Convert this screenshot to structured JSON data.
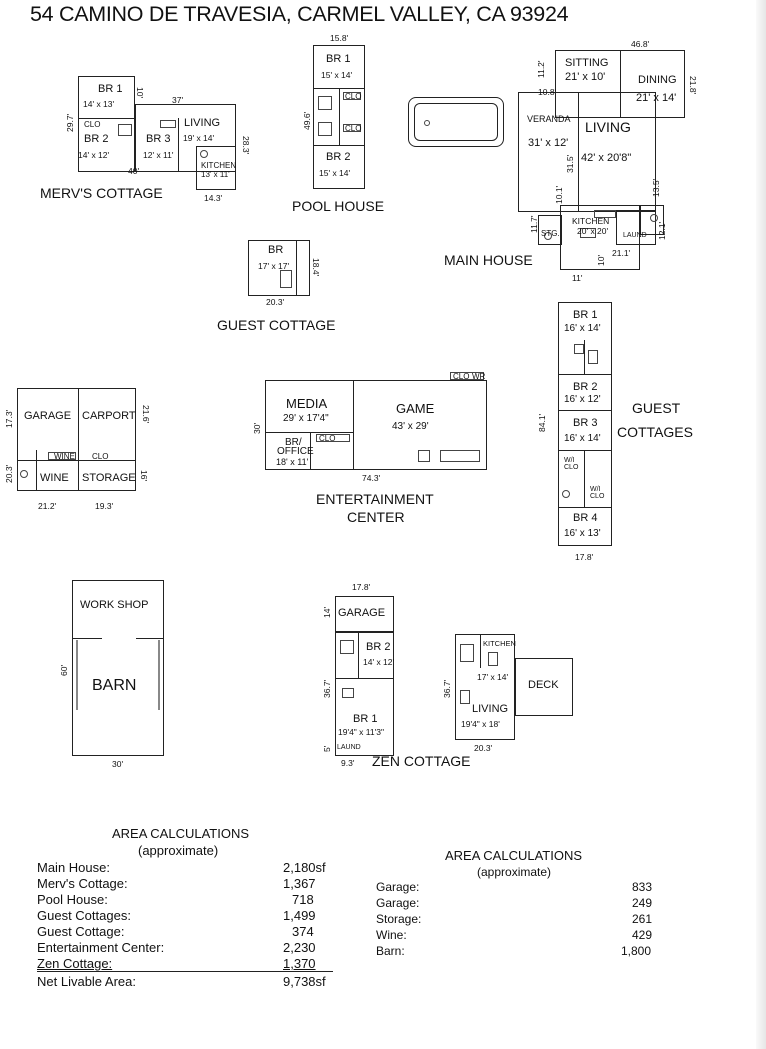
{
  "title": "54 CAMINO DE TRAVESIA, CARMEL VALLEY, CA 93924",
  "mervs_cottage": {
    "name": "MERV'S COTTAGE",
    "br1": "BR 1",
    "br1_size": "14' x 13'",
    "br2": "BR 2",
    "br2_size": "14' x 12'",
    "br3": "BR 3",
    "br3_size": "12' x 11'",
    "living": "LIVING",
    "living_size": "19' x 14'",
    "kitchen": "KITCHEN",
    "kitchen_size": "13' x 11'",
    "clo": "CLO",
    "dims": {
      "a": "37'",
      "b": "29.7'",
      "c": "28.3'",
      "d": "40'",
      "e": "14.3'",
      "f": "10'"
    }
  },
  "pool_house": {
    "name": "POOL HOUSE",
    "br1": "BR 1",
    "br1_size": "15' x 14'",
    "br2": "BR 2",
    "br2_size": "15' x 14'",
    "clo": "CLO",
    "dims": {
      "top": "15.8'",
      "side": "49.6'"
    }
  },
  "main_house": {
    "name": "MAIN HOUSE",
    "sitting": "SITTING",
    "sitting_size": "21' x 10'",
    "dining": "DINING",
    "dining_size": "21' x 14'",
    "veranda": "VERANDA",
    "veranda_size": "31' x 12'",
    "living": "LIVING",
    "living_size": "42' x 20'8\"",
    "kitchen": "KITCHEN",
    "kitchen_size": "20' x 20'",
    "stg": "STG.",
    "laund": "LAUND",
    "dims": {
      "top": "46.8'",
      "a": "11.2'",
      "b": "10.8'",
      "c": "21.8'",
      "d": "31.5'",
      "e": "10.1'",
      "f": "13.5'",
      "g": "11.7'",
      "h": "12.1'",
      "i": "21.1'",
      "j": "10'",
      "k": "11'"
    }
  },
  "guest_cottage": {
    "name": "GUEST COTTAGE",
    "br": "BR",
    "br_size": "17' x 17'",
    "dims": {
      "side": "18.4'",
      "bottom": "20.3'"
    }
  },
  "guest_cottages": {
    "name_line1": "GUEST",
    "name_line2": "COTTAGES",
    "br1": "BR 1",
    "br1_size": "16' x 14'",
    "br2": "BR 2",
    "br2_size": "16' x 12'",
    "br3": "BR 3",
    "br3_size": "16' x 14'",
    "br4": "BR 4",
    "br4_size": "16' x 13'",
    "wi_clo": "W/I CLO",
    "dims": {
      "side": "84.1'",
      "bottom": "17.8'"
    }
  },
  "garage_block": {
    "garage": "GARAGE",
    "carport": "CARPORT",
    "wine": "WINE",
    "storage": "STORAGE",
    "wine_small": "WINE",
    "clo": "CLO",
    "dims": {
      "a": "17.3'",
      "b": "20.3'",
      "c": "21.6'",
      "d": "16'",
      "e": "21.2'",
      "f": "19.3'"
    }
  },
  "entertainment_center": {
    "name_line1": "ENTERTAINMENT",
    "name_line2": "CENTER",
    "media": "MEDIA",
    "media_size": "29' x 17'4\"",
    "office": "BR/",
    "office2": "OFFICE",
    "office_size": "18' x 11'",
    "game": "GAME",
    "game_size": "43' x 29'",
    "clo": "CLO",
    "wr": "WR",
    "dims": {
      "side": "30'",
      "bottom": "74.3'"
    }
  },
  "barn": {
    "workshop": "WORK SHOP",
    "barn": "BARN",
    "dims": {
      "side": "60'",
      "bottom": "30'"
    }
  },
  "zen_cottage": {
    "name": "ZEN COTTAGE",
    "garage": "GARAGE",
    "br2": "BR 2",
    "br2_size": "14' x 12'",
    "br1": "BR 1",
    "br1_size": "19'4\" x 11'3\"",
    "kitchen": "KITCHEN",
    "kitchen_size": "17' x 14'",
    "living": "LIVING",
    "living_size": "19'4\" x 18'",
    "deck": "DECK",
    "laund": "LAUND",
    "dims": {
      "top": "17.8'",
      "a": "14'",
      "b": "36.7'",
      "c": "5'",
      "d": "9.3'",
      "e": "36.7'",
      "f": "20.3'"
    }
  },
  "area_left": {
    "heading": "AREA CALCULATIONS",
    "sub": "(approximate)",
    "rows": [
      {
        "label": "Main House:",
        "value": "2,180sf"
      },
      {
        "label": "Merv's Cottage:",
        "value": "1,367"
      },
      {
        "label": "Pool House:",
        "value": "718"
      },
      {
        "label": "Guest Cottages:",
        "value": "1,499"
      },
      {
        "label": "Guest Cottage:",
        "value": "374"
      },
      {
        "label": "Entertainment Center:",
        "value": "2,230"
      },
      {
        "label": "Zen Cottage:",
        "value": "1,370"
      },
      {
        "label": "Net Livable Area:",
        "value": "9,738sf"
      }
    ]
  },
  "area_right": {
    "heading": "AREA CALCULATIONS",
    "sub": "(approximate)",
    "rows": [
      {
        "label": "Garage:",
        "value": "833"
      },
      {
        "label": "Garage:",
        "value": "249"
      },
      {
        "label": "Storage:",
        "value": "261"
      },
      {
        "label": "Wine:",
        "value": "429"
      },
      {
        "label": "Barn:",
        "value": "1,800"
      }
    ]
  }
}
